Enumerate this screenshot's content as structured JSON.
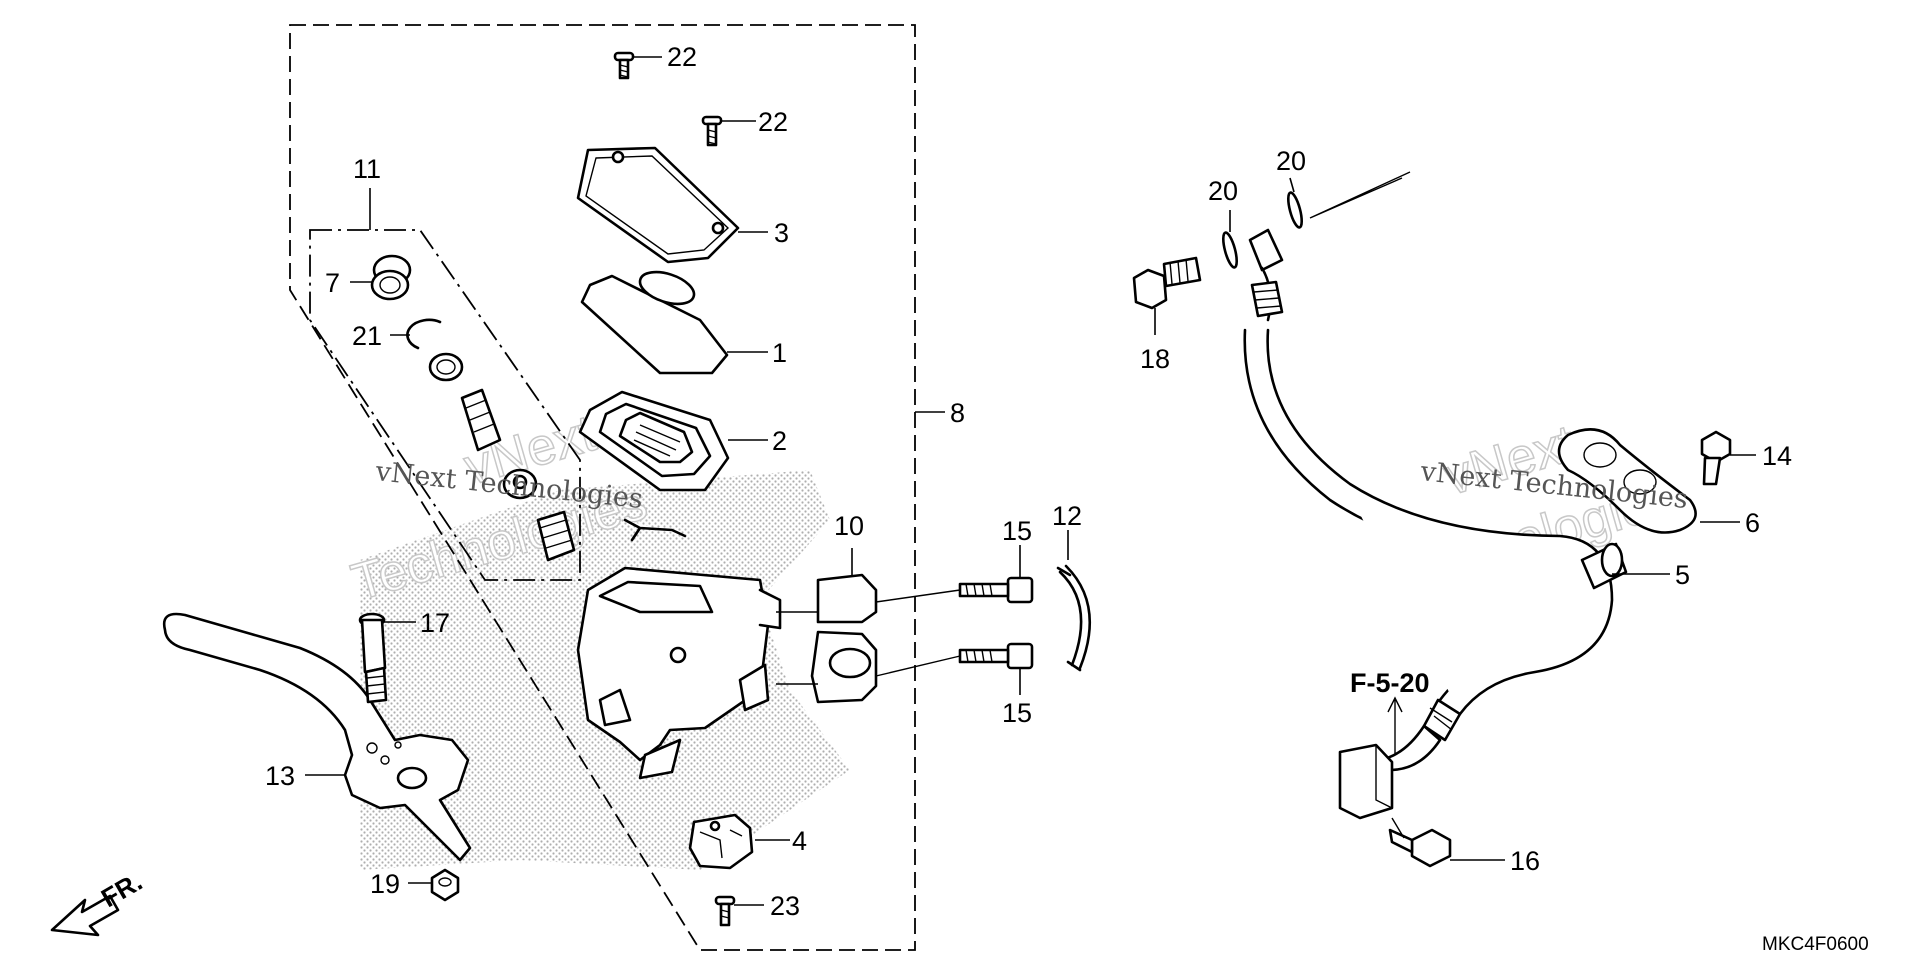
{
  "labels": {
    "l1": "1",
    "l2": "2",
    "l3": "3",
    "l4": "4",
    "l5": "5",
    "l6": "6",
    "l7": "7",
    "l8": "8",
    "l10": "10",
    "l11": "11",
    "l12": "12",
    "l13": "13",
    "l14": "14",
    "l15a": "15",
    "l15b": "15",
    "l16": "16",
    "l17": "17",
    "l18": "18",
    "l19": "19",
    "l20a": "20",
    "l20b": "20",
    "l21": "21",
    "l22a": "22",
    "l22b": "22",
    "l23": "23"
  },
  "reference": "F-5-20",
  "direction": "FR.",
  "diagram_code": "MKC4F0600",
  "watermark": {
    "small": "vNext Technologies",
    "big_line1": "vNext",
    "big_line2": "Technologies"
  }
}
